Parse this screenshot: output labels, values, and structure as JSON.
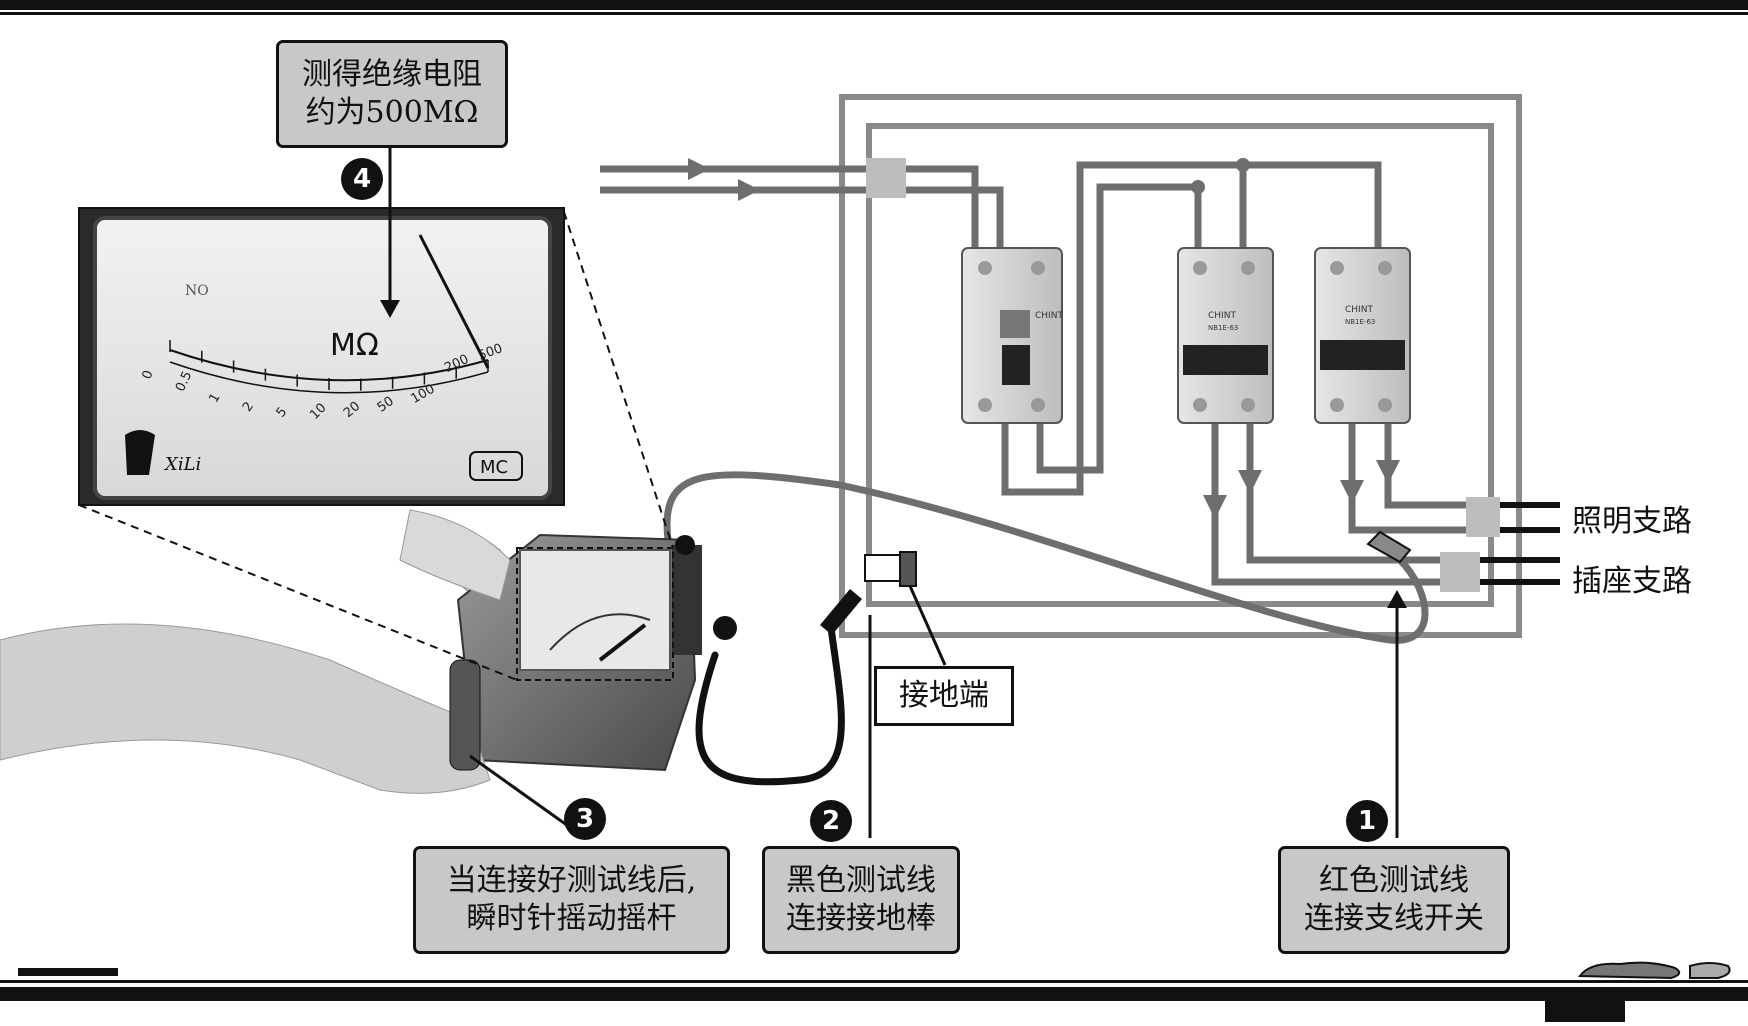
{
  "callouts": {
    "reading": {
      "line1": "测得绝缘电阻",
      "line2": "约为500MΩ"
    },
    "crank": {
      "line1": "当连接好测试线后,",
      "line2": "瞬时针摇动摇杆"
    },
    "black_lead": {
      "line1": "黑色测试线",
      "line2": "连接接地棒"
    },
    "red_lead": {
      "line1": "红色测试线",
      "line2": "连接支线开关"
    },
    "ground": "接地端"
  },
  "branches": {
    "lighting": "照明支路",
    "socket": "插座支路"
  },
  "steps": {
    "one": "1",
    "two": "2",
    "three": "3",
    "four": "4"
  },
  "meter": {
    "unit": "MΩ",
    "serial": "NO",
    "brand": "XiLi",
    "mark": "MC",
    "scale_labels": [
      "0",
      "0.5",
      "1",
      "2",
      "5",
      "10",
      "20",
      "50",
      "100",
      "200",
      "500"
    ]
  },
  "breakers": {
    "brand": "CHINT",
    "model": "NB1E-63"
  },
  "colors": {
    "wire": "#6e6e6e",
    "frame": "#8a8a8a",
    "callout_fill": "#c8c8c8",
    "ink": "#111111"
  }
}
